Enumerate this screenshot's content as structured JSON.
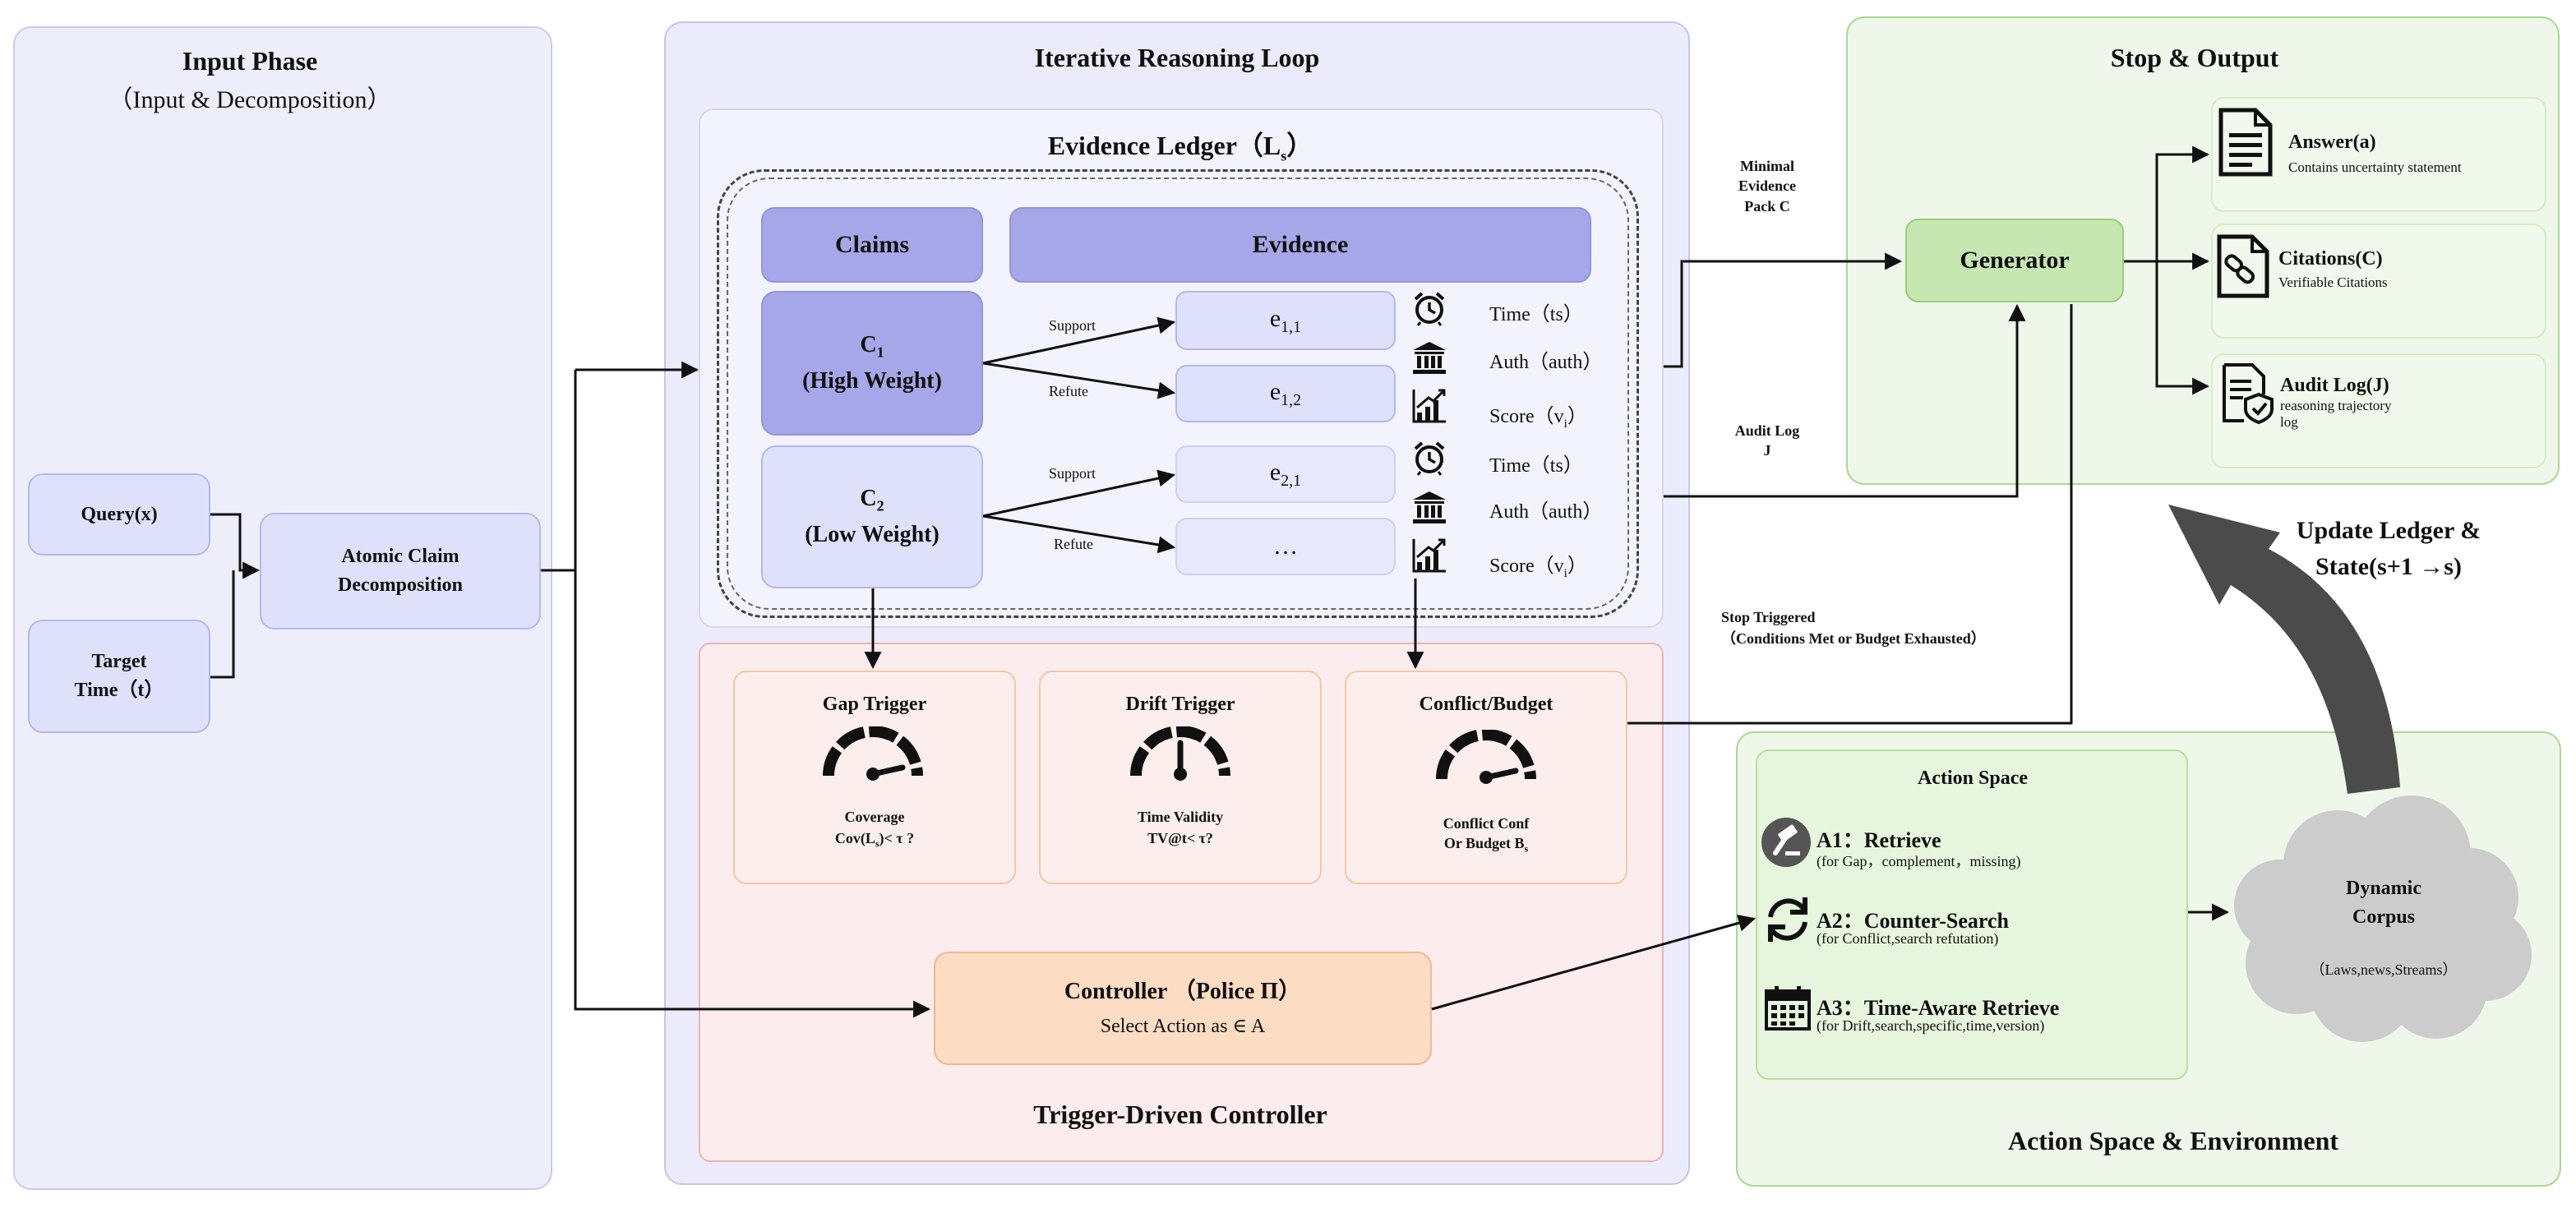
{
  "input_phase": {
    "title": "Input Phase",
    "subtitle": "（Input & Decomposition）",
    "query": "Query(x)",
    "target_line1": "Target",
    "target_line2": "Time（t）",
    "atomic_line1": "Atomic Claim",
    "atomic_line2": "Decomposition"
  },
  "loop": {
    "title": "Iterative Reasoning Loop",
    "ledger_title": "Evidence Ledger（L",
    "ledger_sub": "s",
    "ledger_close": "）",
    "claims_header": "Claims",
    "evidence_header": "Evidence",
    "c1": {
      "main": "C",
      "sub": "1",
      "weight": "(High Weight)"
    },
    "c2": {
      "main": "C",
      "sub": "2",
      "weight": "(Low Weight)"
    },
    "support_label": "Support",
    "refute_label": "Refute",
    "e11": {
      "main": "e",
      "sub": "1,1"
    },
    "e12": {
      "main": "e",
      "sub": "1,2"
    },
    "e21": {
      "main": "e",
      "sub": "2,1"
    },
    "e22": "…",
    "meta": {
      "time": "Time（ts）",
      "auth": "Auth（auth）",
      "score_main": "Score（v",
      "score_sub": "i",
      "score_close": "）"
    },
    "controller_title": "Trigger-Driven Controller",
    "gap": {
      "title": "Gap Trigger",
      "line1": "Coverage",
      "line2": "Cov(L",
      "line2_sub": "s",
      "line2_end": ")< τ ?"
    },
    "drift": {
      "title": "Drift Trigger",
      "line1": "Time Validity",
      "line2": "TV@t< τ?"
    },
    "conflict": {
      "title": "Conflict/Budget",
      "line1": "Conflict Conf",
      "line2": "Or Budget B",
      "line2_sub": "s"
    },
    "controller": {
      "line1": "Controller （Police Π）",
      "line2": "Select Action as ∈ A"
    }
  },
  "output": {
    "title": "Stop & Output",
    "generator": "Generator",
    "minimal_line1": "Minimal",
    "minimal_line2": "Evidence",
    "minimal_line3": "Pack C",
    "audit_line1": "Audit Log",
    "audit_line2": "J",
    "answer_title": "Answer(a)",
    "answer_desc": "Contains uncertainty statement",
    "citations_title": "Citations(C)",
    "citations_desc": "Verifiable Citations",
    "auditlog_title": "Audit Log(J)",
    "auditlog_desc1": "reasoning trajectory",
    "auditlog_desc2": "log"
  },
  "stop_triggered": {
    "line1": "Stop Triggered",
    "line2": "（Conditions Met or Budget Exhausted）"
  },
  "update": {
    "line1": "Update Ledger &",
    "line2": "State(s+1 →s)"
  },
  "action_env": {
    "title": "Action Space & Environment",
    "space_title": "Action Space",
    "a1_title": "A1：Retrieve",
    "a1_desc": "(for Gap，complement，missing)",
    "a2_title": "A2：Counter-Search",
    "a2_desc": "(for Conflict,search refutation)",
    "a3_title": "A3：Time-Aware Retrieve",
    "a3_desc": "(for Drift,search,specific,time,version)",
    "corpus_line1": "Dynamic",
    "corpus_line2": "Corpus",
    "corpus_line3": "（Laws,news,Streams）"
  },
  "icons": [
    "alarm-clock-icon",
    "bank-icon",
    "bar-chart-icon",
    "gauge-icon",
    "document-icon",
    "link-icon",
    "audit-icon",
    "gavel-icon",
    "refresh-icon",
    "calendar-icon",
    "cloud-icon"
  ],
  "colors": {
    "input_bg": "#eeeefb",
    "input_border": "#c9cbf0",
    "loop_bg": "#ecebfb",
    "loop_border": "#c6c4f0",
    "ledger_bg": "#f3f3fd",
    "claim_dark": "#a5a7e8",
    "claim_light": "#dfe1fb",
    "controller_bg": "#fdeced",
    "controller_border": "#e9b7ae",
    "trigger_border": "#f2c9a4",
    "controller_box": "#fcdcc3",
    "output_bg": "#eef7e9",
    "output_border": "#a9d98e",
    "generator": "#c6e6b2",
    "cloud": "#cccccc",
    "arrow_big": "#4b4b4b"
  }
}
